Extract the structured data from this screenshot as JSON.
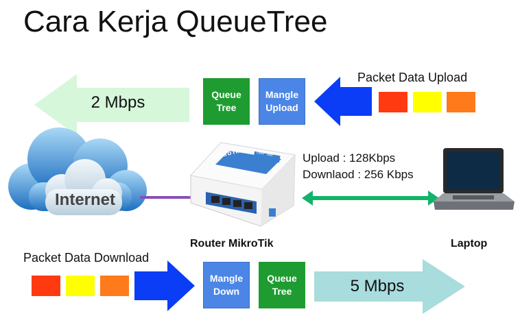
{
  "title": "Cara Kerja QueueTree",
  "upload_flow": {
    "label": "Packet Data Upload",
    "queue_box": "Queue\nTree",
    "mangle_box": "Mangle\nUpload",
    "speed": "2 Mbps",
    "packet_colors": [
      "#ff3a10",
      "#ffff00",
      "#ff7a1a"
    ]
  },
  "download_flow": {
    "label": "Packet Data Download",
    "mangle_box": "Mangle\nDown",
    "queue_box": "Queue\nTree",
    "speed": "5 Mbps",
    "packet_colors": [
      "#ff3a10",
      "#ffff00",
      "#ff7a1a"
    ]
  },
  "internet_label": "Internet",
  "router": {
    "label": "Router MikroTik",
    "brand_text": "MikroTik",
    "model_text": "hAP lite"
  },
  "laptop_label": "Laptop",
  "link_info": {
    "upload": "Upload : 128Kbps",
    "download": "Downlaod : 256 Kbps"
  },
  "colors": {
    "queue_green": "#1f9c31",
    "mangle_blue": "#4b86e6",
    "arrow_blue": "#0a3df5",
    "upload_speed_arrow": "#d6f7da",
    "download_speed_arrow": "#a9dcdc",
    "link_green": "#14b36b",
    "purple_link": "#8a4fb5"
  }
}
